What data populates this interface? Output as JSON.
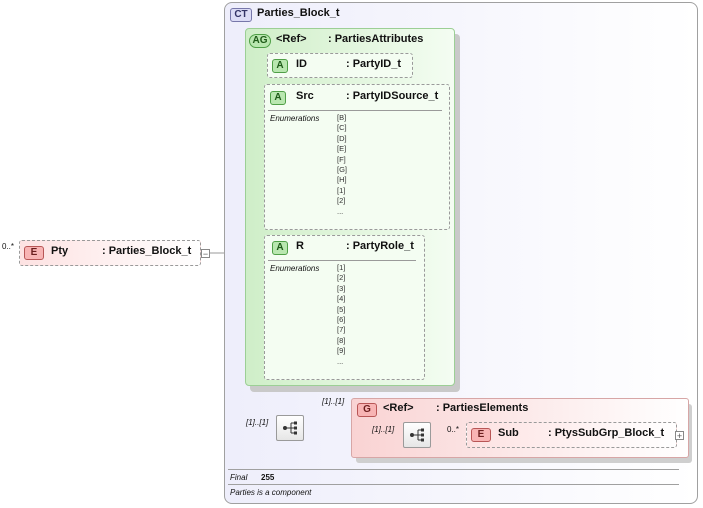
{
  "complex_type": {
    "badge": "CT",
    "name": "Parties_Block_t"
  },
  "attribute_group": {
    "badge": "AG",
    "ref": "<Ref>",
    "type": ": PartiesAttributes"
  },
  "attributes": [
    {
      "badge": "A",
      "name": "ID",
      "type": ": PartyID_t"
    },
    {
      "badge": "A",
      "name": "Src",
      "type": ": PartyIDSource_t",
      "enum_title": "Enumerations",
      "enums": [
        "[B]",
        "[C]",
        "[D]",
        "[E]",
        "[F]",
        "[G]",
        "[H]",
        "[1]",
        "[2]",
        "..."
      ]
    },
    {
      "badge": "A",
      "name": "R",
      "type": ": PartyRole_t",
      "enum_title": "Enumerations",
      "enums": [
        "[1]",
        "[2]",
        "[3]",
        "[4]",
        "[5]",
        "[6]",
        "[7]",
        "[8]",
        "[9]",
        "..."
      ]
    }
  ],
  "root_element": {
    "cardinality": "0..*",
    "badge": "E",
    "name": "Pty",
    "type": ": Parties_Block_t",
    "toggle": "−"
  },
  "sequence_cardinality": "[1]..[1]",
  "group": {
    "cardinality": "[1]..[1]",
    "badge": "G",
    "ref": "<Ref>",
    "type": ": PartiesElements",
    "inner_sequence_cardinality": "[1]..[1]"
  },
  "sub_element": {
    "cardinality": "0..*",
    "badge": "E",
    "name": "Sub",
    "type": ": PtysSubGrp_Block_t",
    "toggle": "+"
  },
  "footer": {
    "final_label": "Final",
    "final_value": "255",
    "note": "Parties is a component"
  }
}
